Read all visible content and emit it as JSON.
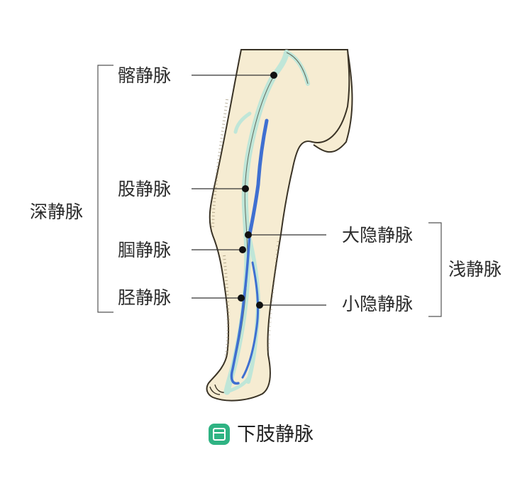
{
  "labels": {
    "iliac_vein": "髂静脉",
    "femoral_vein": "股静脉",
    "popliteal_vein": "腘静脉",
    "tibial_vein": "胫静脉",
    "deep_veins": "深静脉",
    "great_saphenous_vein": "大隐静脉",
    "small_saphenous_vein": "小隐静脉",
    "superficial_veins": "浅静脉"
  },
  "caption": "下肢静脉",
  "icons": {
    "caption_icon": "book-icon"
  },
  "colors": {
    "skin": "#f6ecd2",
    "skin_outline": "#3a3326",
    "superficial_vein": "#bfe6d8",
    "deep_vein": "#3f6fd1",
    "icon_green": "#2fb383"
  }
}
